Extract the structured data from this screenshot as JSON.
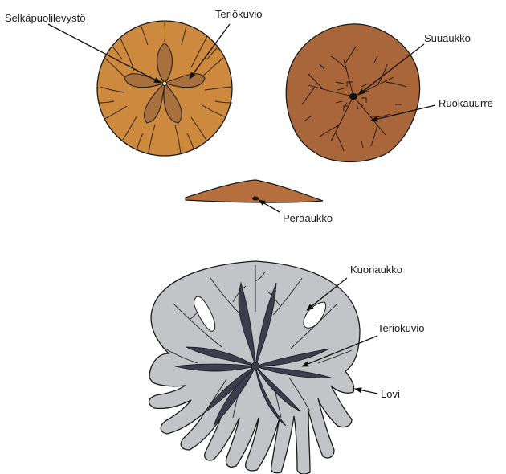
{
  "labels": {
    "dorsal_plate": "Selkäpuolilevystö",
    "petal_top": "Teriökuvio",
    "mouth": "Suuaukko",
    "food_groove": "Ruokauurre",
    "anus": "Peräaukko",
    "lunule": "Kuoriaukko",
    "petal_bottom": "Teriökuvio",
    "notch": "Lovi"
  },
  "colors": {
    "aboral_fill": "#cd8a3e",
    "oral_fill": "#a9663a",
    "side_fill": "#b56f3e",
    "petal_fill": "#a8703c",
    "grey_fill": "#c3c4c7",
    "petal_dark": "#3c3e4e",
    "outline": "#1a1a1a"
  }
}
